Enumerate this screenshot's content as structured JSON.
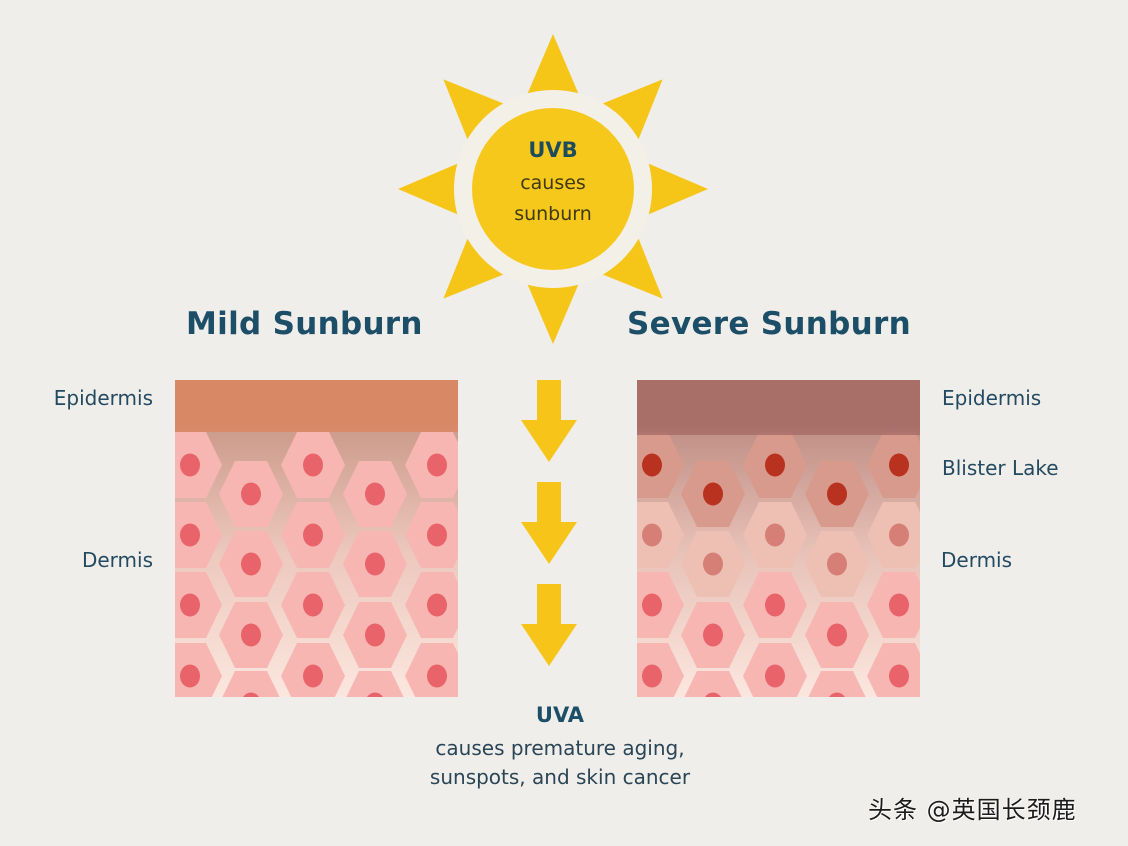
{
  "sun": {
    "title": "UVB",
    "line1": "causes",
    "line2": "sunburn",
    "icon": "sun-icon",
    "ray_count": 8,
    "colors": {
      "rays": "#f5c518",
      "ring": "#f3f0e8",
      "disc": "#f7c81c"
    }
  },
  "headings": {
    "mild": "Mild Sunburn",
    "severe": "Severe Sunburn"
  },
  "labels": {
    "left": {
      "epidermis": "Epidermis",
      "dermis": "Dermis"
    },
    "right": {
      "epidermis": "Epidermis",
      "blister": "Blister Lake",
      "dermis": "Dermis"
    }
  },
  "panels": {
    "mild": {
      "epidermis_color": "#d98866",
      "cell_color": "#f7b6b2",
      "nucleus_color": "#e9636b",
      "gap_top_color": "#bf8a78",
      "gap_bottom_color": "#fbe7df"
    },
    "severe": {
      "epidermis_color": "#a86f69",
      "cell_top_color": "#d89a8c",
      "cell_bottom_color": "#f7b6b2",
      "nucleus_top_color": "#b8321f",
      "nucleus_mid_color": "#d67f76",
      "nucleus_bottom_color": "#e9636b",
      "gap_top_color": "#b07c72",
      "gap_bottom_color": "#fbe7df"
    }
  },
  "arrows": {
    "count": 3,
    "icon": "arrow-down-icon",
    "color": "#f7c51a"
  },
  "uva": {
    "title": "UVA",
    "line1": "causes premature aging,",
    "line2": "sunspots, and skin cancer"
  },
  "watermark": "头条 @英国长颈鹿"
}
